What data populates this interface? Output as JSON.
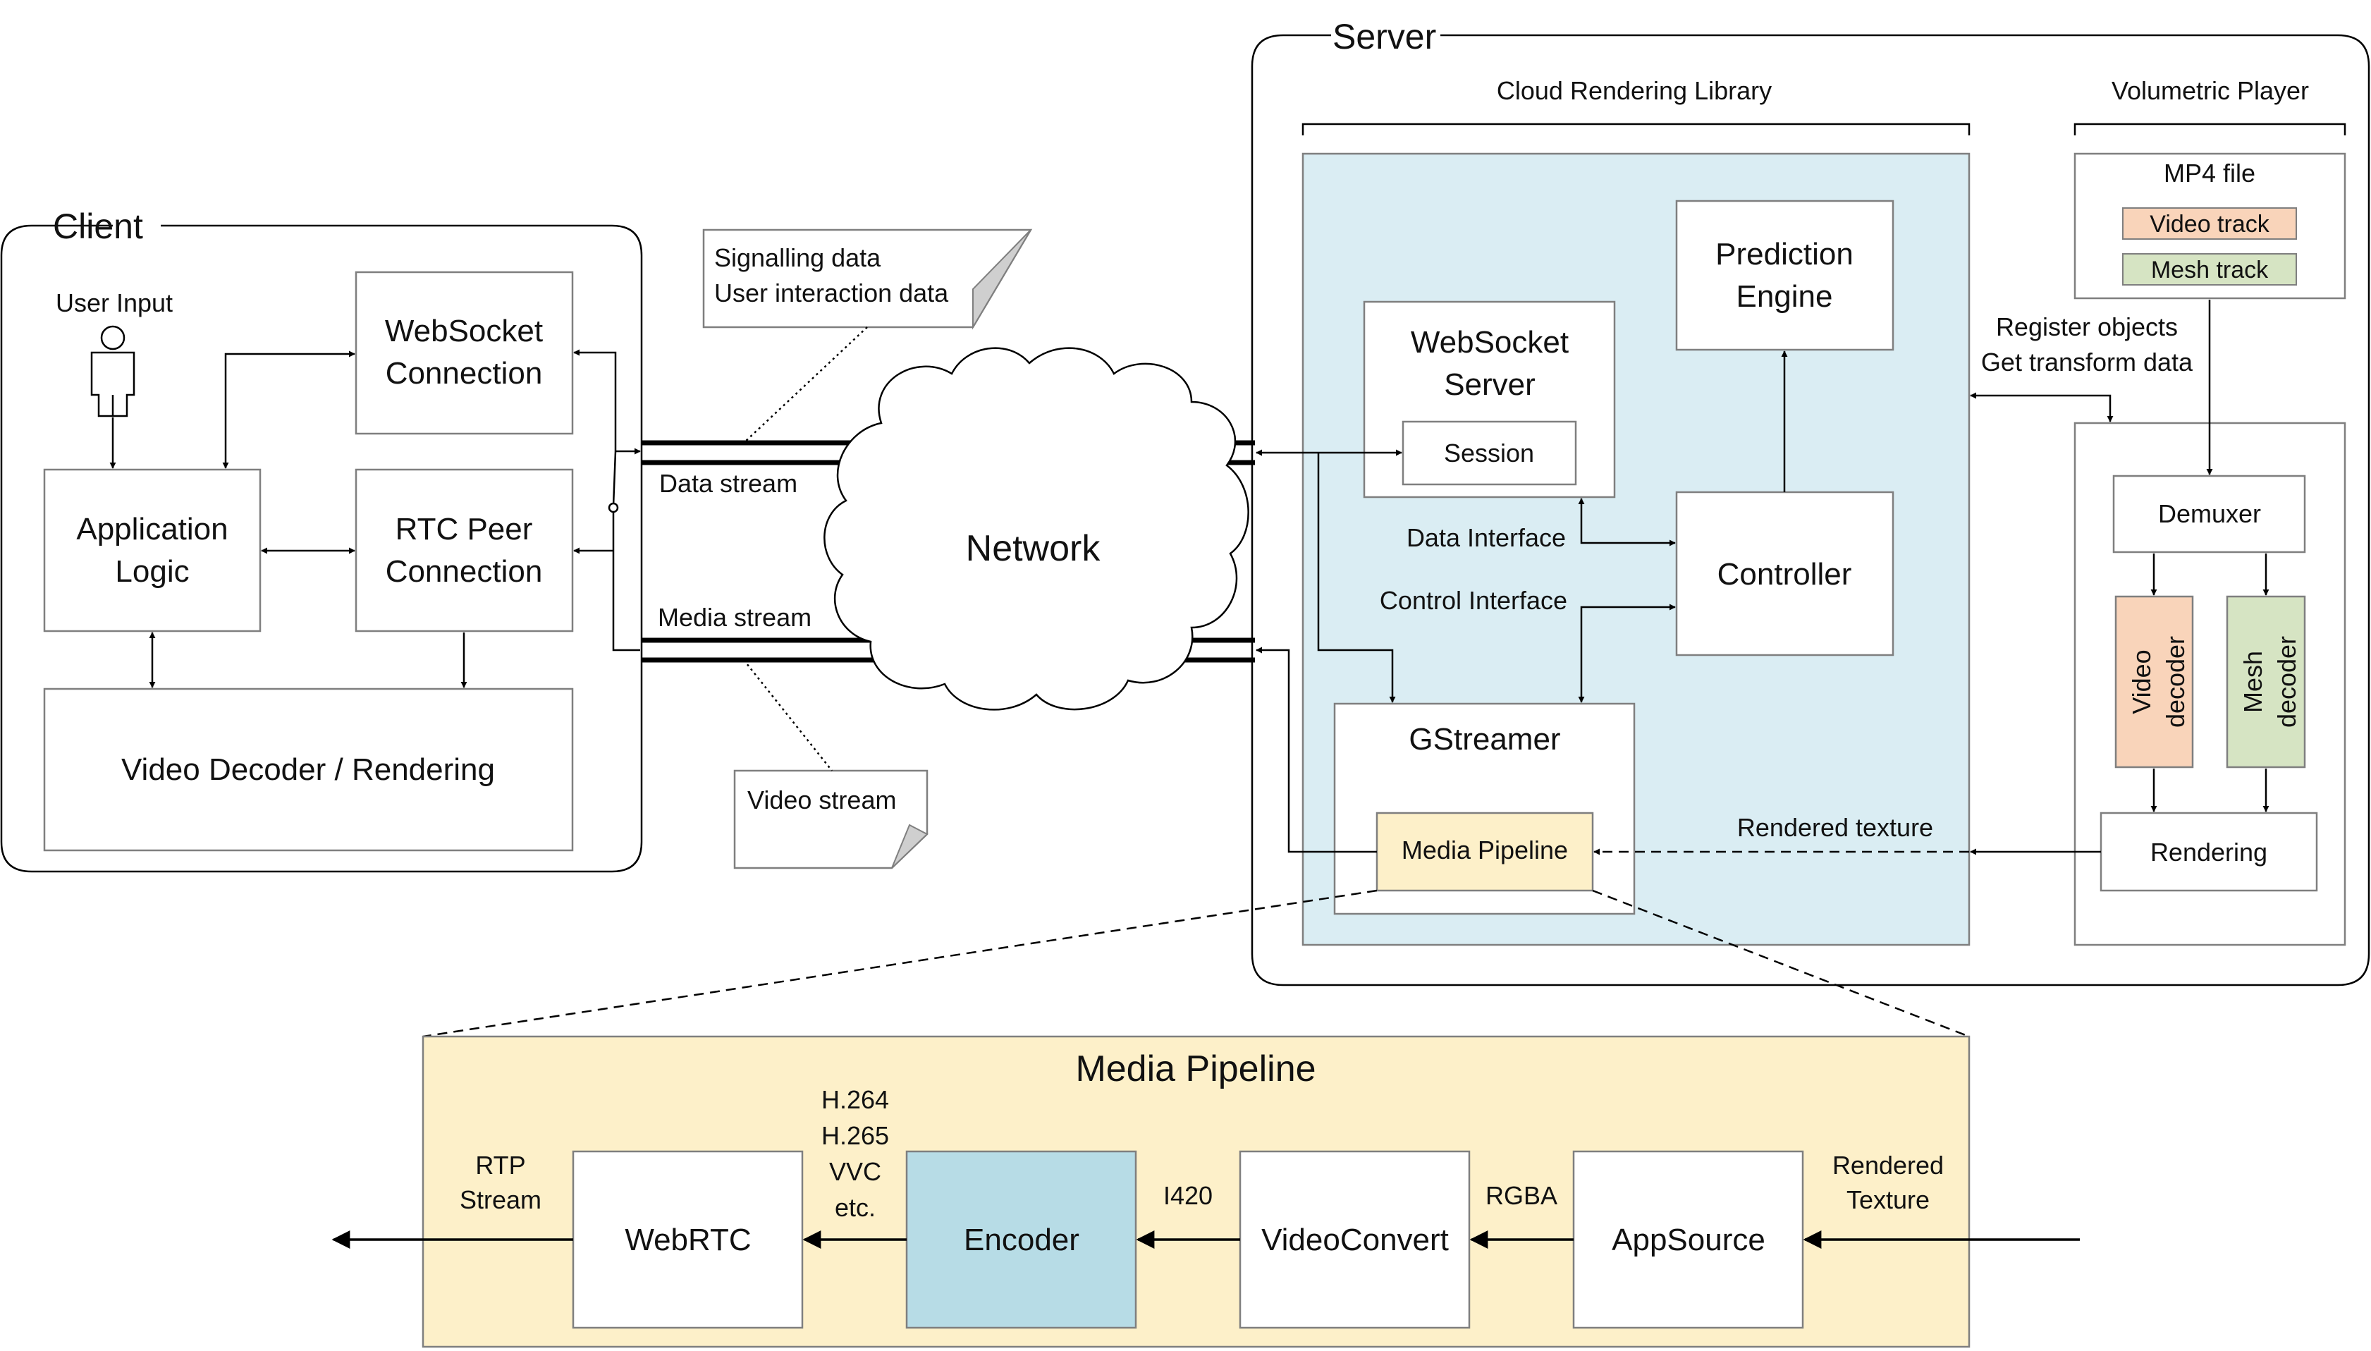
{
  "client": {
    "title": "Client",
    "user_input": "User Input",
    "websocket_connection": [
      "WebSocket",
      "Connection"
    ],
    "application_logic": [
      "Application",
      "Logic"
    ],
    "rtc_peer_connection": [
      "RTC Peer",
      "Connection"
    ],
    "video_decoder_rendering": "Video Decoder / Rendering"
  },
  "network": {
    "label": "Network",
    "data_stream": "Data stream",
    "media_stream": "Media stream",
    "note_signalling": [
      "Signalling data",
      "User interaction data"
    ],
    "note_video": "Video stream"
  },
  "server": {
    "title": "Server",
    "cloud_rendering_library": "Cloud Rendering Library",
    "volumetric_player": "Volumetric Player",
    "prediction_engine": [
      "Prediction",
      "Engine"
    ],
    "websocket_server": [
      "WebSocket",
      "Server"
    ],
    "session": "Session",
    "data_interface": "Data Interface",
    "control_interface": "Control Interface",
    "controller": "Controller",
    "gstreamer": "GStreamer",
    "media_pipeline": "Media Pipeline",
    "rendered_texture": "Rendered texture",
    "register_objects": [
      "Register objects",
      "Get transform data"
    ],
    "mp4_file": "MP4 file",
    "video_track": "Video track",
    "mesh_track": "Mesh track",
    "demuxer": "Demuxer",
    "video_decoder": [
      "Video",
      "decoder"
    ],
    "mesh_decoder": [
      "Mesh",
      "decoder"
    ],
    "rendering": "Rendering"
  },
  "pipeline": {
    "title": "Media Pipeline",
    "webrtc": "WebRTC",
    "encoder": "Encoder",
    "videoconvert": "VideoConvert",
    "appsource": "AppSource",
    "rtp_stream": [
      "RTP",
      "Stream"
    ],
    "codecs": [
      "H.264",
      "H.265",
      "VVC",
      "etc."
    ],
    "i420": "I420",
    "rgba": "RGBA",
    "rendered_texture_in": [
      "Rendered",
      "Texture"
    ]
  },
  "colors": {
    "cloud_library_fill": "#daedf3",
    "pipeline_fill": "#fdf0c9",
    "encoder_fill": "#b7dce6",
    "video_track_fill": "#f9d4ba",
    "mesh_track_fill": "#d6e4c3"
  }
}
